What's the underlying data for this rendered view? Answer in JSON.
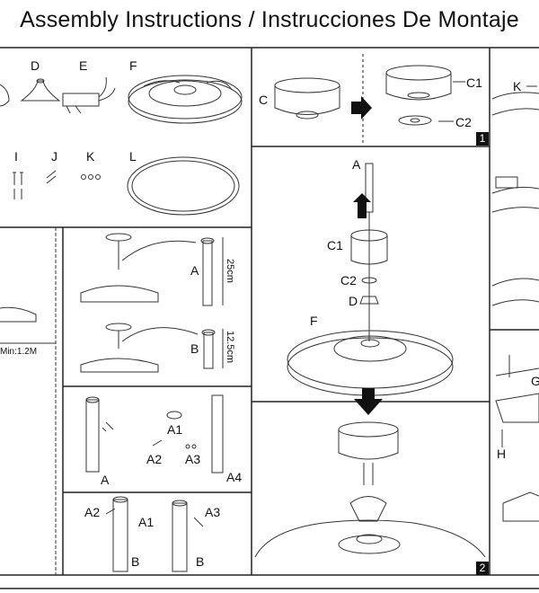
{
  "page": {
    "title": "Assembly Instructions / Instrucciones De Montaje"
  },
  "parts": {
    "d": "D",
    "e": "E",
    "f": "F",
    "i": "I",
    "j": "J",
    "k": "K",
    "l": "L"
  },
  "step1": {
    "c": "C",
    "c1": "C1",
    "c2": "C2",
    "number": "1"
  },
  "step2": {
    "a": "A",
    "c1": "C1",
    "c2": "C2",
    "d": "D",
    "f": "F",
    "number": "2"
  },
  "mounting": {
    "min_height": "Min:1.2M"
  },
  "downrod": {
    "a": "A",
    "b": "B",
    "len_a": "25cm",
    "len_b": "12.5cm"
  },
  "rod_parts": {
    "a": "A",
    "a1": "A1",
    "a2": "A2",
    "a3": "A3",
    "a4": "A4"
  },
  "rod_assembly": {
    "a2": "A2",
    "a1": "A1",
    "a3": "A3",
    "b_left": "B",
    "b_right": "B"
  },
  "right_col": {
    "k": "K",
    "g": "G",
    "h": "H"
  }
}
